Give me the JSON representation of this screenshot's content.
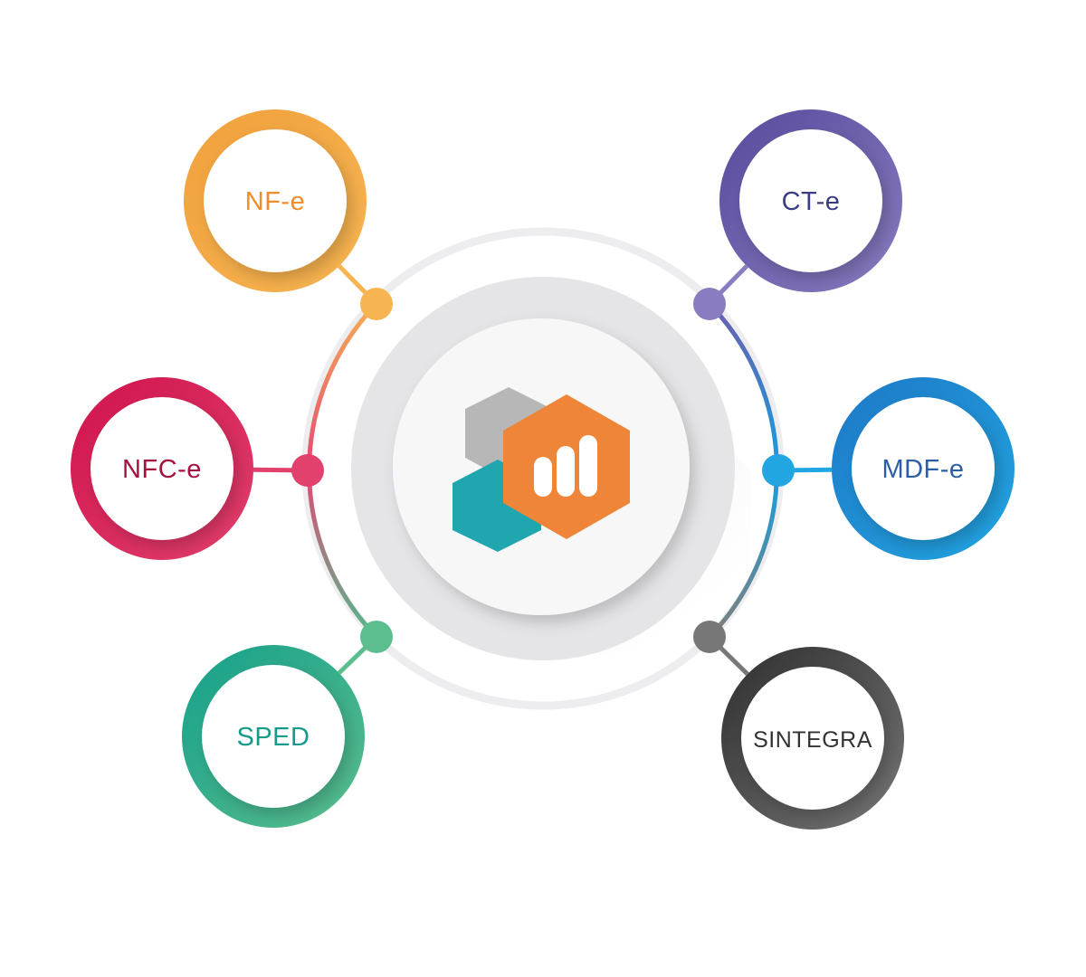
{
  "title": "",
  "hub": {
    "logo": "hexagon-bar-chart-logo-icon"
  },
  "nodes": [
    {
      "id": "nfe",
      "label": "NF-e",
      "color": "#f0a03c",
      "color_light": "#f7b552",
      "text_color": "#ef8c2c"
    },
    {
      "id": "nfce",
      "label": "NFC-e",
      "color": "#d0134d",
      "color_light": "#e2406d",
      "text_color": "#a3133e"
    },
    {
      "id": "sped",
      "label": "SPED",
      "color": "#14a08a",
      "color_light": "#5cbe8e",
      "text_color": "#159b8a"
    },
    {
      "id": "cte",
      "label": "CT-e",
      "color": "#574a9c",
      "color_light": "#8a7cc0",
      "text_color": "#3a3c86"
    },
    {
      "id": "mdfe",
      "label": "MDF-e",
      "color": "#1d78c6",
      "color_light": "#22a6e2",
      "text_color": "#2b5ea4"
    },
    {
      "id": "sintegra",
      "label": "SINTEGRA",
      "color": "#2e2e2e",
      "color_light": "#777777",
      "text_color": "#333333"
    }
  ],
  "colors": {
    "ring": "#ececee",
    "hub_outer": "#e3e3e6",
    "hub_inner": "#f6f6f7",
    "logo_orange": "#ee8538",
    "logo_gray": "#b5b5b5",
    "logo_teal": "#1ea5ae"
  }
}
